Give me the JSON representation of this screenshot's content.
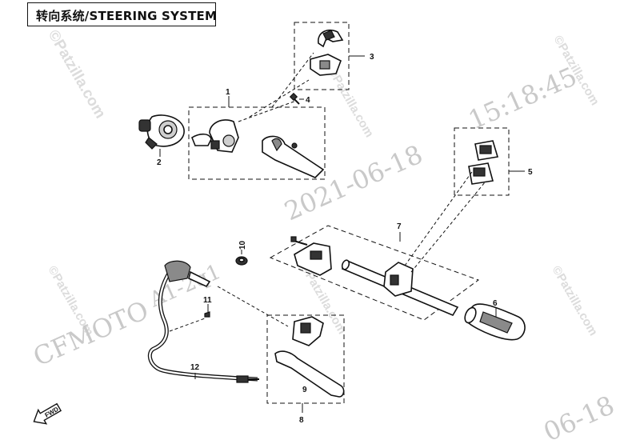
{
  "title": "转向系统/STEERING SYSTEM",
  "watermarks": {
    "brand": "CFMOTO",
    "code": "A1-2q1",
    "date": "2021-06-18",
    "time": "15:18:45",
    "date_partial": "06-18",
    "site": "©Patzilla.com"
  },
  "callouts": {
    "c1": "1",
    "c2": "2",
    "c3": "3",
    "c4": "4",
    "c5": "5",
    "c6": "6",
    "c7": "7",
    "c8": "8",
    "c9": "9",
    "c10": "10",
    "c11": "11",
    "c12": "12"
  },
  "fwd_label": "FWD",
  "colors": {
    "ink": "#111111",
    "watermark": "#c9c9c9"
  }
}
